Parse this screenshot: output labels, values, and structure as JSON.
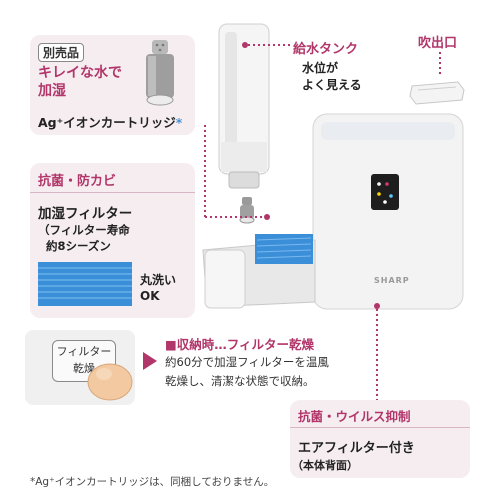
{
  "optional_panel": {
    "tag": "別売品",
    "heading_line1": "キレイな水で",
    "heading_line2": "加湿",
    "product": "Ag⁺イオンカートリッジ",
    "asterisk": "*"
  },
  "antibac_panel": {
    "heading": "抗菌・防カビ",
    "filter_title": "加湿フィルター",
    "filter_life_line1": "（フィルター寿命",
    "filter_life_line2": "約8シーズン",
    "washable_line1": "丸洗い",
    "washable_line2": "OK"
  },
  "tank": {
    "label": "給水タンク",
    "desc_line1": "水位が",
    "desc_line2": "よく見える"
  },
  "outlet": {
    "label": "吹出口"
  },
  "device": {
    "brand": "SHARP"
  },
  "storage": {
    "button_line1": "フィルター",
    "button_line2": "乾燥",
    "heading": "■収納時…フィルター乾燥",
    "desc_line1": "約60分で加湿フィルターを温風",
    "desc_line2": "乾燥し、清潔な状態で収納。"
  },
  "antivirus_panel": {
    "heading": "抗菌・ウイルス抑制",
    "title": "エアフィルター付き",
    "sub": "（本体背面）"
  },
  "footnote": "*Ag⁺イオンカートリッジは、同梱しておりません。",
  "colors": {
    "accent": "#b1366a",
    "panel": "#f6edf1",
    "filter_blue": "#3a8fd8"
  }
}
